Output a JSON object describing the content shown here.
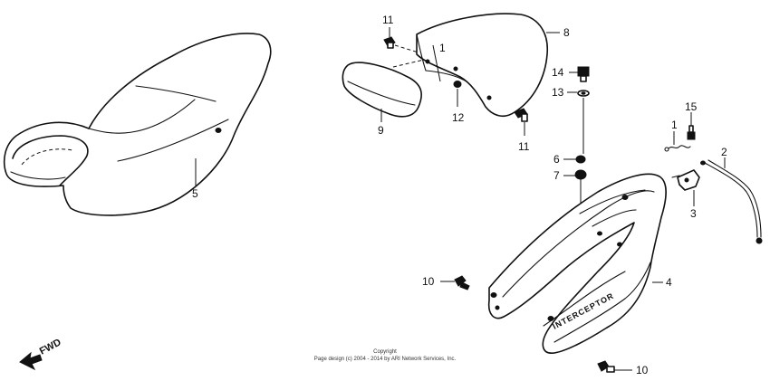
{
  "callouts": {
    "c1a": "1",
    "c1b": "1",
    "c2": "2",
    "c3": "3",
    "c4": "4",
    "c5": "5",
    "c6": "6",
    "c7": "7",
    "c8": "8",
    "c9": "9",
    "c10a": "10",
    "c10b": "10",
    "c11a": "11",
    "c11b": "11",
    "c12": "12",
    "c13": "13",
    "c14": "14",
    "c15": "15"
  },
  "fwd_label": "FWD",
  "decal_text": "INTERCEPTOR",
  "copyright": {
    "line1": "Copyright",
    "line2": "Page design (c) 2004 - 2014 by ARI Network Services, Inc."
  }
}
